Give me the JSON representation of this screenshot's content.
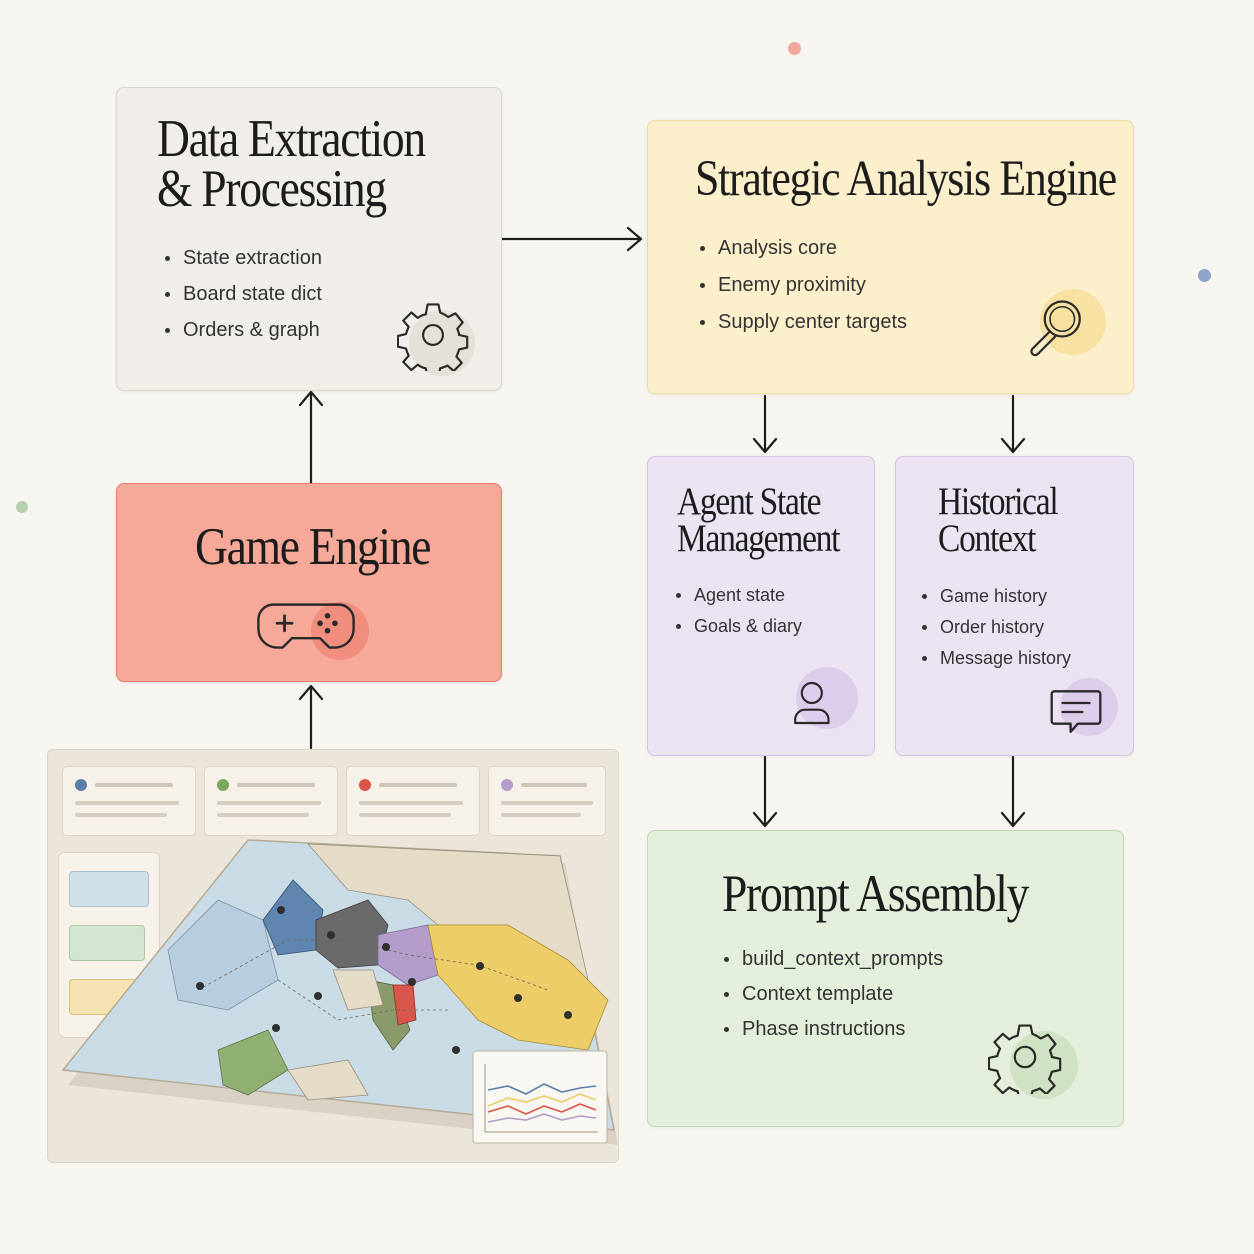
{
  "data_extraction": {
    "title_lines": [
      "Data Extraction",
      "& Processing"
    ],
    "bullets": [
      "State extraction",
      "Board state dict",
      "Orders & graph"
    ],
    "icon": "gear-icon"
  },
  "strategic_analysis": {
    "title_lines": [
      "Strategic Analysis Engine"
    ],
    "bullets": [
      "Analysis core",
      "Enemy proximity",
      "Supply center targets"
    ],
    "icon": "magnifier-icon"
  },
  "game_engine": {
    "title_lines": [
      "Game Engine"
    ],
    "icon": "gamepad-icon"
  },
  "agent_state": {
    "title_lines": [
      "Agent State",
      "Management"
    ],
    "bullets": [
      "Agent state",
      "Goals & diary"
    ],
    "icon": "user-icon"
  },
  "historical_context": {
    "title_lines": [
      "Historical",
      "Context"
    ],
    "bullets": [
      "Game history",
      "Order history",
      "Message history"
    ],
    "icon": "chat-icon"
  },
  "prompt_assembly": {
    "title_lines": [
      "Prompt Assembly"
    ],
    "bullets": [
      "build_context_prompts",
      "Context template",
      "Phase instructions"
    ],
    "icon": "gear-icon"
  },
  "game_ui_illustration": {
    "player_colors": [
      "#5b7fa6",
      "#7aa85c",
      "#d9564a",
      "#b39cc9"
    ],
    "message_colors": [
      "#cfe0ea",
      "#d3e6cf",
      "#f5e2b0"
    ],
    "icons": [
      "map-icon",
      "line-chart-icon",
      "chat-bubble-icon"
    ]
  },
  "colors": {
    "background": "#f7f5f0",
    "data_extraction": "#f1eee9",
    "strategic_analysis": "#fcf0cc",
    "game_engine": "#f6a998",
    "agent_state": "#ece3f2",
    "historical_context": "#ece3f2",
    "prompt_assembly": "#e3eedb"
  }
}
